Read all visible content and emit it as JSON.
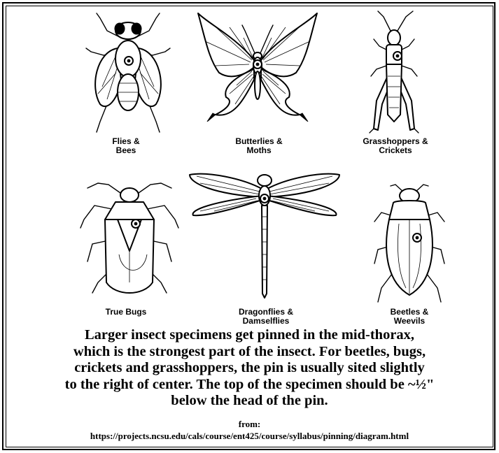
{
  "specimens": [
    {
      "id": "fly",
      "line1": "Flies &",
      "line2": "Bees"
    },
    {
      "id": "butterfly",
      "line1": "Butterlies &",
      "line2": "Moths"
    },
    {
      "id": "grasshopper",
      "line1": "Grasshoppers &",
      "line2": "Crickets"
    },
    {
      "id": "truebug",
      "line1": "True Bugs",
      "line2": ""
    },
    {
      "id": "dragonfly",
      "line1": "Dragonflies &",
      "line2": "Damselflies"
    },
    {
      "id": "beetle",
      "line1": "Beetles &",
      "line2": "Weevils"
    }
  ],
  "caption": {
    "line1": "Larger insect specimens get pinned in the mid-thorax,",
    "line2": "which is the strongest part of the insect.  For beetles, bugs,",
    "line3": "crickets and grasshoppers, the pin is usually sited slightly",
    "line4": "to the right of center.  The top of the specimen should be ~½\"",
    "line5": "below the head of the pin."
  },
  "source": {
    "from": "from:",
    "url": "https://projects.ncsu.edu/cals/course/ent425/course/syllabus/pinning/diagram.html"
  }
}
